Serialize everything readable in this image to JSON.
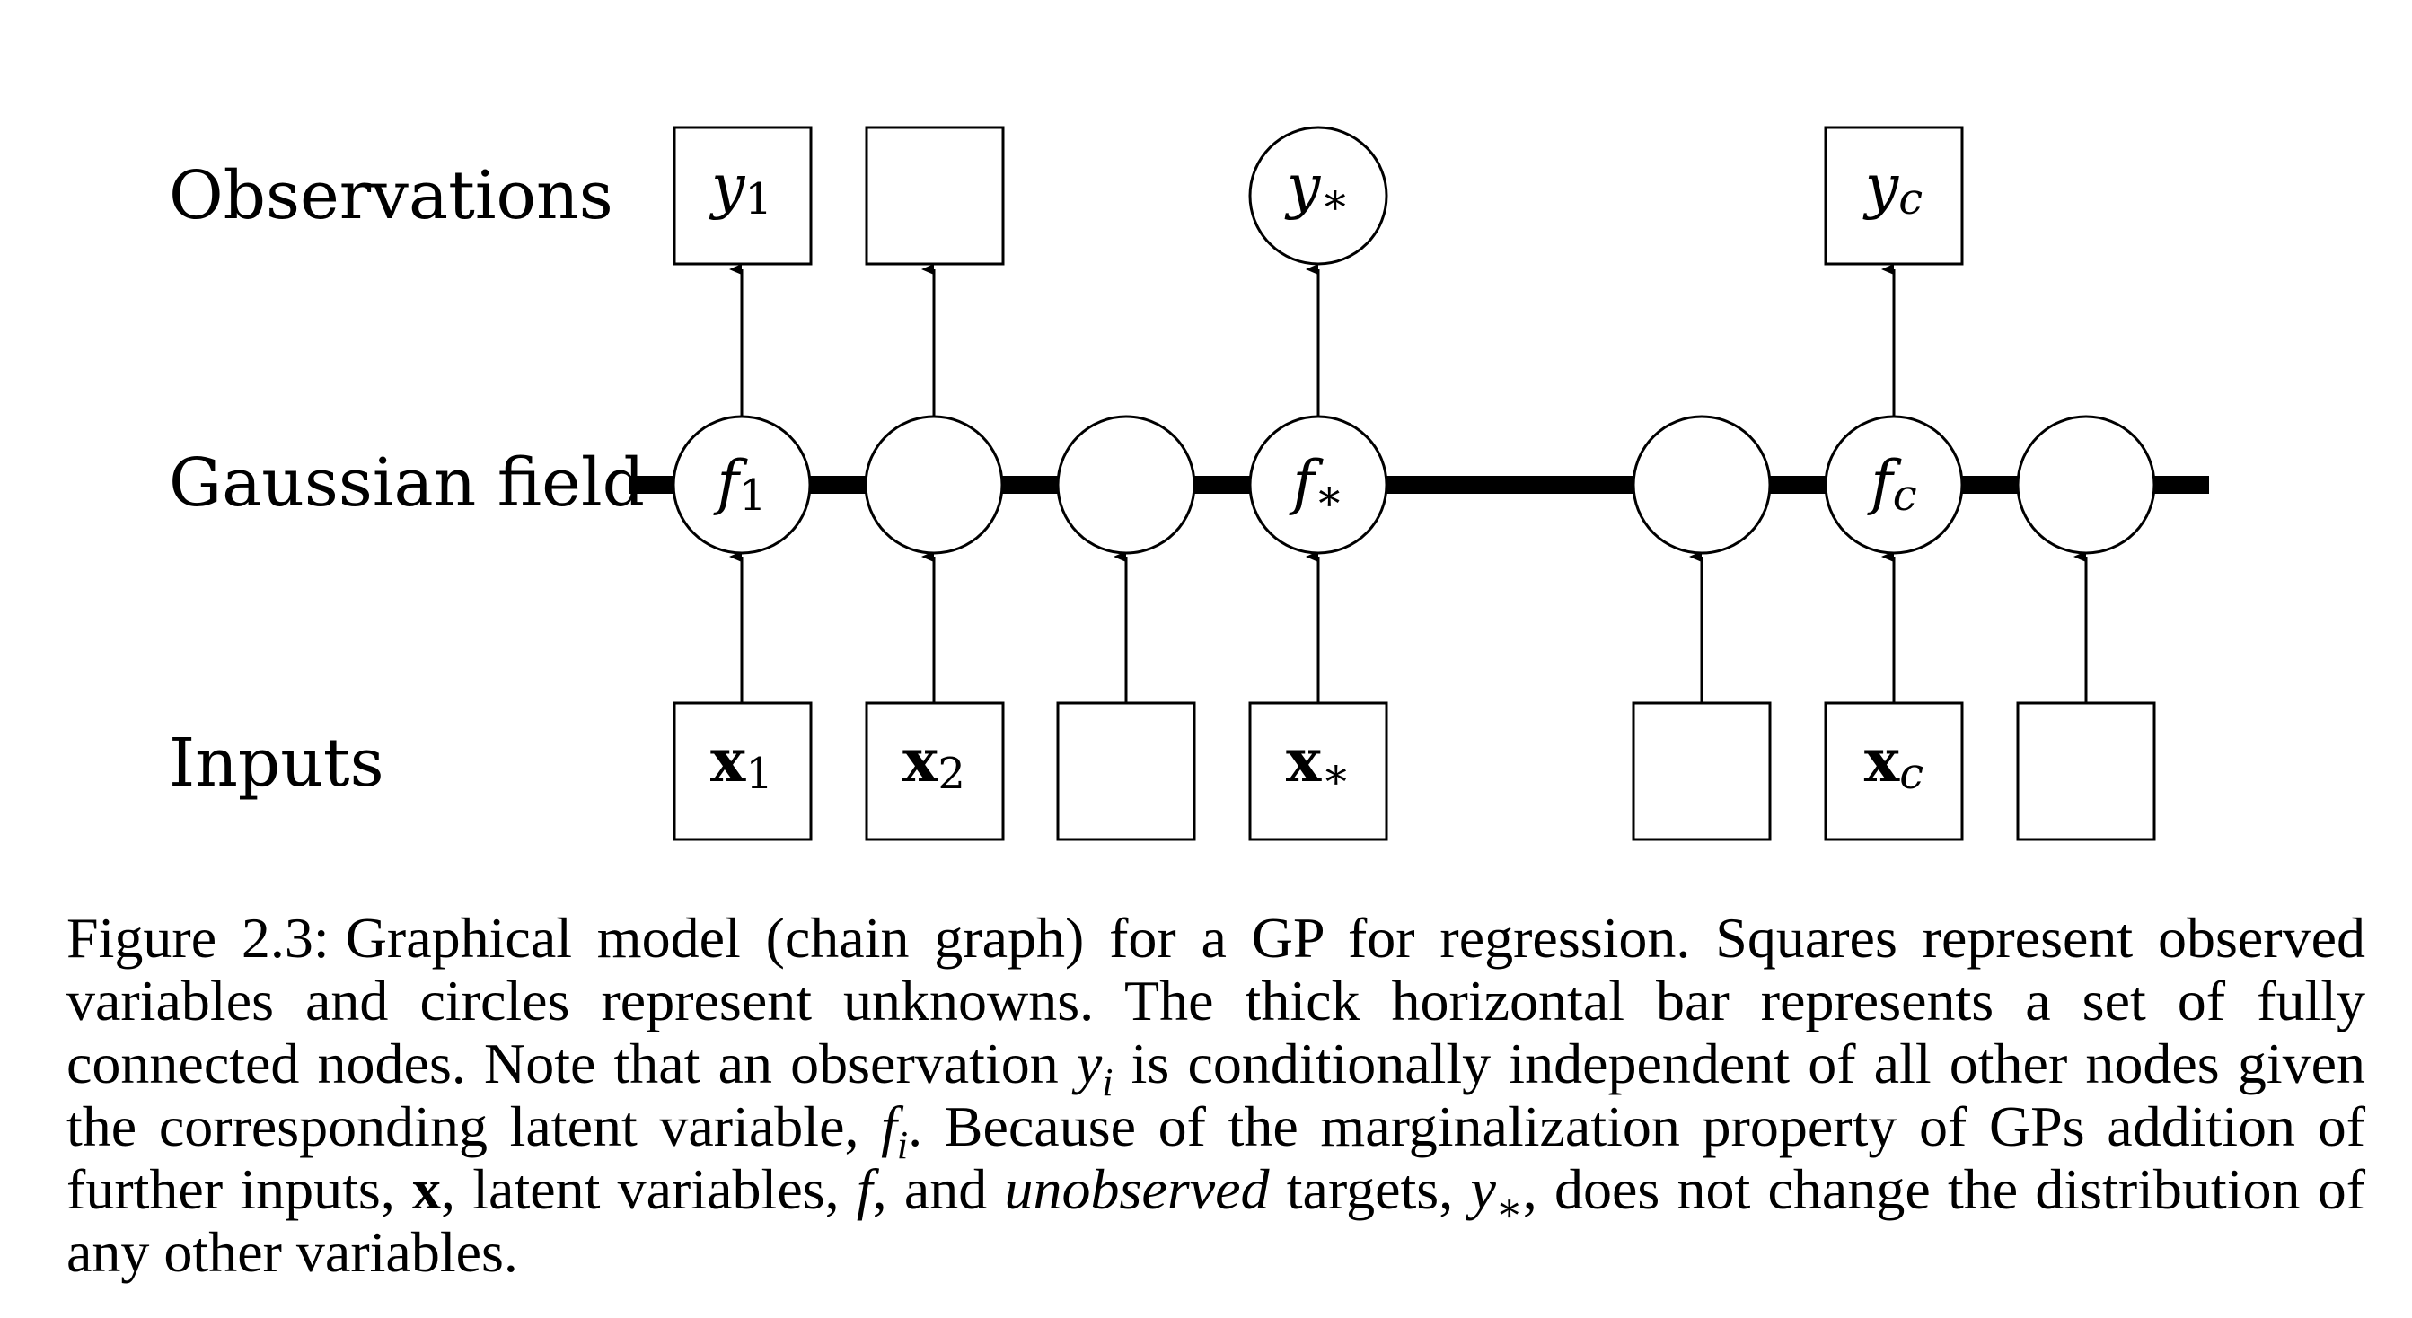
{
  "rows": {
    "observations": "Observations",
    "gaussian_field": "Gaussian field",
    "inputs": "Inputs"
  },
  "nodes": {
    "y1": {
      "base": "y",
      "sub": "1"
    },
    "ystar": {
      "base": "y",
      "sub": "∗"
    },
    "yc": {
      "base": "y",
      "sub": "c"
    },
    "f1": {
      "base": "f",
      "sub": "1"
    },
    "fstar": {
      "base": "f",
      "sub": "∗"
    },
    "fc": {
      "base": "f",
      "sub": "c"
    },
    "x1": {
      "base": "x",
      "sub": "1"
    },
    "x2": {
      "base": "x",
      "sub": "2"
    },
    "xstar": {
      "base": "x",
      "sub": "∗"
    },
    "xc": {
      "base": "x",
      "sub": "c"
    }
  },
  "caption": {
    "label": "Figure 2.3:",
    "p1": "Graphical model (chain graph) for a GP for regression. Squares represent observed variables and circles represent unknowns. The thick horizontal bar represents a set of fully connected nodes. Note that an observation ",
    "yi_base": "y",
    "yi_sub": "i",
    "p2": " is conditionally independent of all other nodes given the corresponding latent variable, ",
    "fi_base": "f",
    "fi_sub": "i",
    "p3": ". Because of the marginalization property of GPs addition of further inputs, ",
    "x_sym": "x",
    "p4": ", latent variables, ",
    "f_sym": "f",
    "p5": ", and ",
    "unobserved": "unobserved",
    "p6": " targets, ",
    "ystar_base": "y",
    "ystar_sub": "∗",
    "p7": ", does not change the distribution of any other variables."
  }
}
